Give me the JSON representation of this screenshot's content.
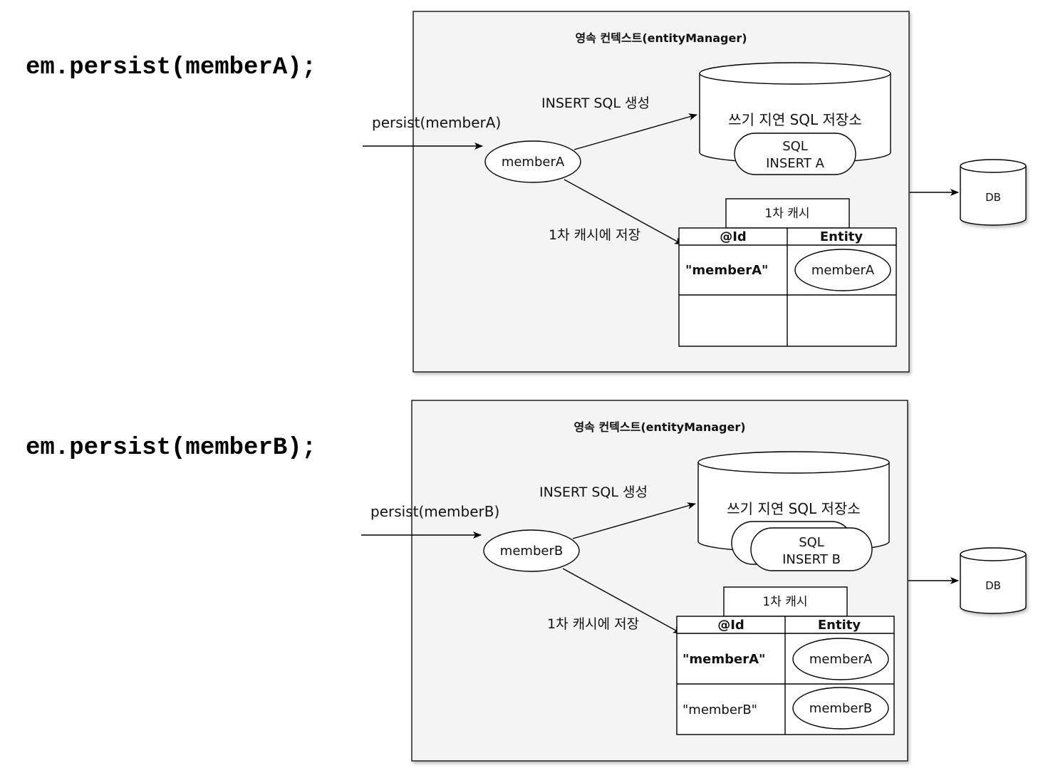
{
  "code_lines": [
    "em.persist(memberA);",
    "em.persist(memberB);"
  ],
  "panels": [
    {
      "context_title": "영속 컨텍스트(entityManager)",
      "call_label": "persist(memberA)",
      "entity_label": "memberA",
      "sql_gen_label": "INSERT SQL 생성",
      "store_label": "쓰기 지연 SQL 저장소",
      "sql_items": [
        {
          "line1": "SQL",
          "line2": "INSERT A"
        }
      ],
      "cache_save_label": "1차 캐시에 저장",
      "cache_title": "1차 캐시",
      "cache_headers": [
        "@Id",
        "Entity"
      ],
      "cache_rows": [
        {
          "id": "\"memberA\"",
          "entity": "memberA",
          "bold": true
        },
        {
          "id": "",
          "entity": ""
        }
      ],
      "db_label": "DB"
    },
    {
      "context_title": "영속 컨텍스트(entityManager)",
      "call_label": "persist(memberB)",
      "entity_label": "memberB",
      "sql_gen_label": "INSERT SQL 생성",
      "store_label": "쓰기 지연 SQL 저장소",
      "sql_items": [
        {
          "line1": "",
          "line2": ""
        },
        {
          "line1": "SQL",
          "line2": "INSERT B"
        }
      ],
      "cache_save_label": "1차 캐시에 저장",
      "cache_title": "1차 캐시",
      "cache_headers": [
        "@Id",
        "Entity"
      ],
      "cache_rows": [
        {
          "id": "\"memberA\"",
          "entity": "memberA",
          "bold": true
        },
        {
          "id": "\"memberB\"",
          "entity": "memberB",
          "bold": false
        }
      ],
      "db_label": "DB"
    }
  ]
}
